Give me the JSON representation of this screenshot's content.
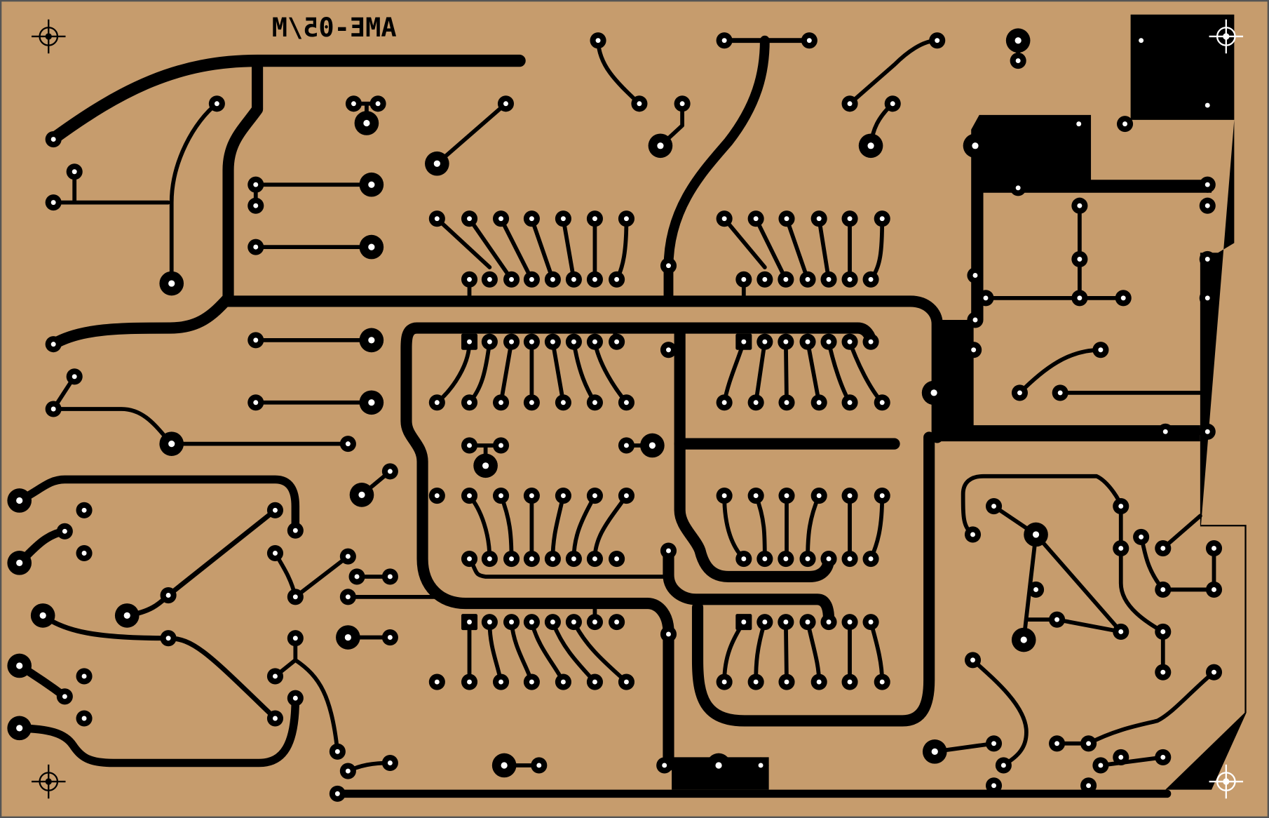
{
  "board": {
    "title": "AME-05/M",
    "title_mirrored": true,
    "colors": {
      "substrate": "#c69c6d",
      "copper": "#000000",
      "drill": "#ffffff",
      "border": "#555555"
    }
  },
  "fiducials": [
    {
      "name": "fiducial-top-left"
    },
    {
      "name": "fiducial-top-right"
    },
    {
      "name": "fiducial-bottom-left"
    },
    {
      "name": "fiducial-bottom-right"
    }
  ]
}
